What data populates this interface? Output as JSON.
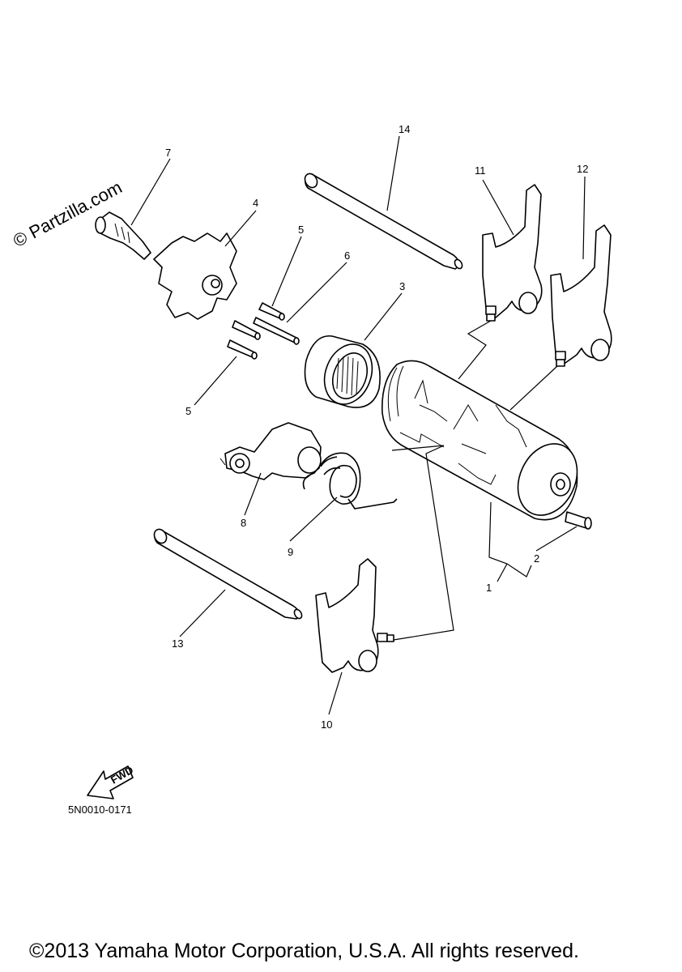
{
  "watermark": "© Partzilla.com",
  "diagram_code": "5N0010-0171",
  "fwd_label": "FWD",
  "copyright": "©2013 Yamaha Motor Corporation, U.S.A. All rights reserved.",
  "callouts": {
    "c1": "1",
    "c2": "2",
    "c3": "3",
    "c4": "4",
    "c5a": "5",
    "c5b": "5",
    "c6": "6",
    "c7": "7",
    "c8": "8",
    "c9": "9",
    "c10": "10",
    "c11": "11",
    "c12": "12",
    "c13": "13",
    "c14": "14"
  }
}
